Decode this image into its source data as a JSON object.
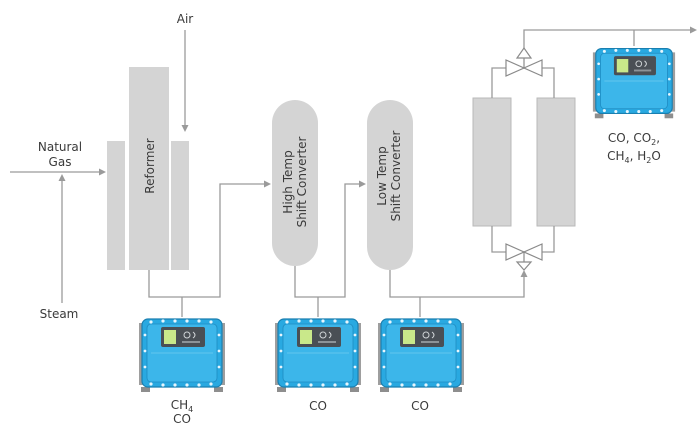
{
  "inputs": {
    "air": "Air",
    "natural_gas_line1": "Natural",
    "natural_gas_line2": "Gas",
    "steam": "Steam"
  },
  "units": {
    "reformer": "Reformer",
    "high_temp_line1": "High Temp",
    "high_temp_line2": "Shift Converter",
    "low_temp_line1": "Low Temp",
    "low_temp_line2": "Shift Converter"
  },
  "analyzers": {
    "reformer": {
      "line1_base": "CH",
      "line1_sub": "4",
      "line2": "CO"
    },
    "high_temp": {
      "label": "CO"
    },
    "low_temp": {
      "label": "CO"
    },
    "product": {
      "line1_a": "CO, CO",
      "line1_sub": "2",
      "line1_b": ",",
      "line2_a": "CH",
      "line2_sub1": "4",
      "line2_b": ", H",
      "line2_sub2": "2",
      "line2_c": "O"
    }
  },
  "colors": {
    "analyzer_body": "#29a9e1",
    "vessel": "#d4d4d4",
    "pipe": "#9a9a9a"
  }
}
